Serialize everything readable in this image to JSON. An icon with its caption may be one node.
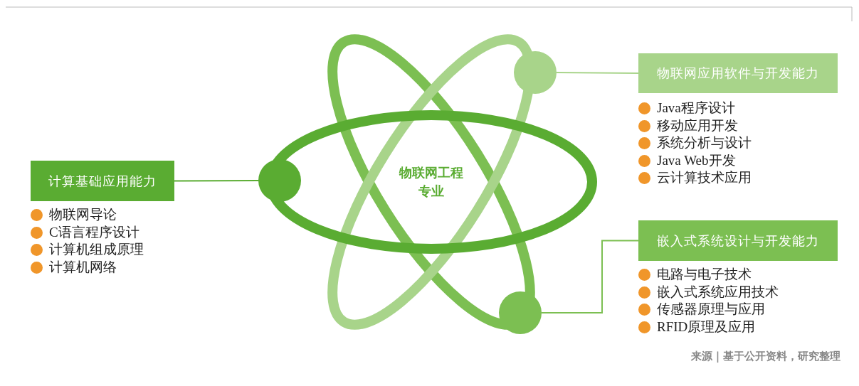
{
  "diagram": {
    "caption": "来源｜基于公开资料，研究整理",
    "nodes": [
      {
        "text": [
          "物联网应用软件与开发能力"
        ],
        "beside": [
          "Java程序设计",
          "移动应用开发",
          "系统分析与设计",
          "Java Web开发",
          "云计算技术应用"
        ]
      },
      {
        "text": [],
        "shape": "circle"
      },
      {
        "text": [
          "物联网工程专业"
        ]
      },
      {
        "text": [
          "计算基础应用能力"
        ],
        "beside": [
          "物联网导论",
          "C语言程序设计",
          "计算机组成原理",
          "计算机网络"
        ]
      },
      {
        "text": [],
        "shape": "circle"
      },
      {
        "text": [
          "嵌入式系统设计与开发能力"
        ],
        "beside": [
          "电路与电子技术",
          "嵌入式系统应用技术",
          "传感器原理与应用",
          "RFID原理及应用"
        ]
      },
      {
        "text": [],
        "shape": "circle"
      }
    ],
    "edges": [
      {
        "from": 1,
        "to": 0,
        "arrow": "none",
        "color": "#a8d48a"
      },
      {
        "from": 4,
        "to": 3,
        "arrow": "none",
        "color": "#5aac32"
      },
      {
        "from": 6,
        "to": 5,
        "arrow": "none",
        "color": "#7cbf52"
      }
    ]
  }
}
